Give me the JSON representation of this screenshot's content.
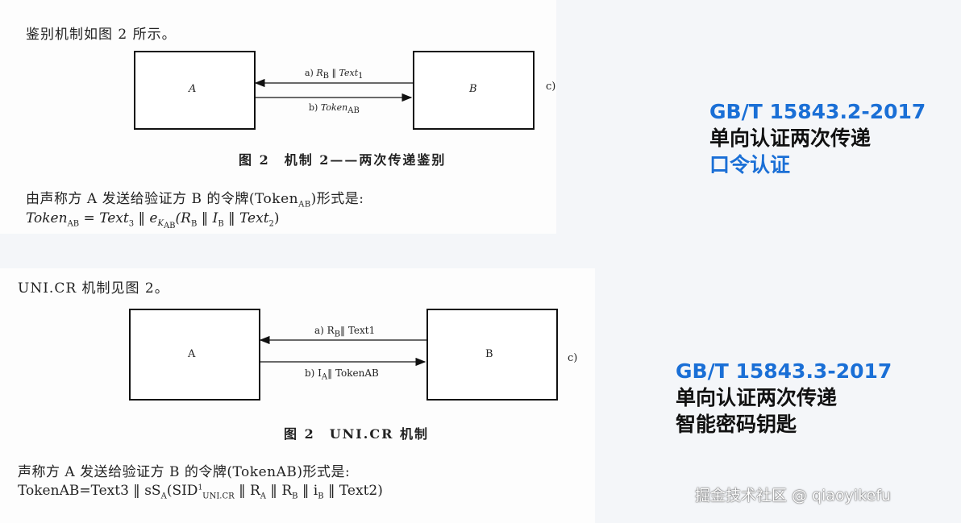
{
  "top": {
    "intro": "鉴别机制如图 2 所示。",
    "box_a": "A",
    "box_b": "B",
    "msg_a_label": "a)",
    "msg_a_text": "R",
    "msg_a_sub": "B",
    "msg_a_rest": "‖ Text",
    "msg_a_rest_sub": "1",
    "msg_b_label": "b)",
    "msg_b_text": "Token",
    "msg_b_sub": "AB",
    "side": "c)",
    "caption": "图 2　机制 2——两次传递鉴别",
    "formula_intro": "由声称方 A 发送给验证方 B 的令牌(Token",
    "formula_intro_sub": "AB",
    "formula_intro_end": ")形式是:",
    "formula": {
      "p1": "Token",
      "p1_sub": "AB",
      "p2": " = Text",
      "p2_sub": "3",
      "p3": " ‖ e",
      "p3_sub": "K",
      "p3_subsub": "AB",
      "p4": "(R",
      "p4_sub": "B",
      "p5": " ‖ I",
      "p5_sub": "B",
      "p6": " ‖ Text",
      "p6_sub": "2",
      "p7": ")"
    }
  },
  "bottom": {
    "intro": "UNI.CR 机制见图 2。",
    "box_a": "A",
    "box_b": "B",
    "msg_a_label": "a) R",
    "msg_a_sub": "B",
    "msg_a_rest": "‖ Text1",
    "msg_b_label": "b) I",
    "msg_b_sub": "A",
    "msg_b_rest": "‖ TokenAB",
    "side": "c)",
    "caption": "图 2　UNI.CR 机制",
    "formula_intro": "声称方 A 发送给验证方 B 的令牌(TokenAB)形式是:",
    "formula": {
      "p1": "TokenAB=Text3 ‖ sS",
      "p1_sub": "A",
      "p2": "(SID",
      "p2_sup": "1",
      "p2_sub": "UNI.CR",
      "p3": " ‖ R",
      "p3_sub": "A",
      "p4": " ‖ R",
      "p4_sub": "B",
      "p5": " ‖ i",
      "p5_sub": "B",
      "p6": " ‖ Text2)"
    }
  },
  "std1": {
    "code": "GB/T 15843.2-2017",
    "mechanism": "单向认证两次传递",
    "type": "口令认证",
    "type_color": "#1a6fd6"
  },
  "std2": {
    "code": "GB/T 15843.3-2017",
    "mechanism": "单向认证两次传递",
    "type": "智能密码钥匙",
    "type_color": "#111111"
  },
  "watermark": "掘金技术社区 @ qiaoyikefu"
}
